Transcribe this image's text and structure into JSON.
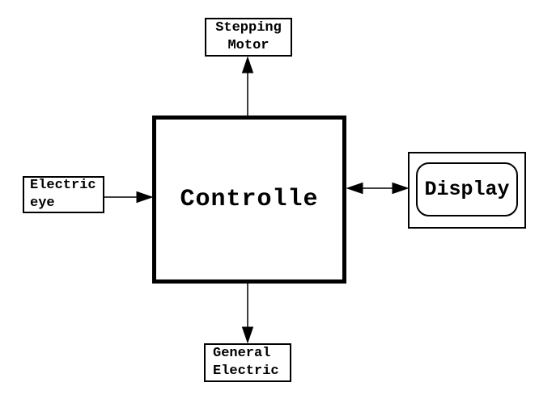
{
  "diagram": {
    "background_color": "#ffffff",
    "line_color": "#000000",
    "nodes": {
      "stepping_motor": {
        "label": "Stepping\nMotor",
        "shape": "rectangle"
      },
      "electric_eye": {
        "label": "Electric\neye",
        "shape": "rectangle"
      },
      "controller": {
        "label": "Controlle",
        "shape": "rectangle-thick-border"
      },
      "display": {
        "label": "Display",
        "shape": "rounded-rectangle-inside-rectangle"
      },
      "general_electric": {
        "label": "General\nElectric",
        "shape": "rectangle"
      }
    },
    "edges": [
      {
        "from": "controller",
        "to": "stepping_motor",
        "direction": "up",
        "arrowheads": "single"
      },
      {
        "from": "electric_eye",
        "to": "controller",
        "direction": "right",
        "arrowheads": "single"
      },
      {
        "from": "controller",
        "to": "display",
        "direction": "horizontal",
        "arrowheads": "double"
      },
      {
        "from": "controller",
        "to": "general_electric",
        "direction": "down",
        "arrowheads": "single"
      }
    ]
  }
}
